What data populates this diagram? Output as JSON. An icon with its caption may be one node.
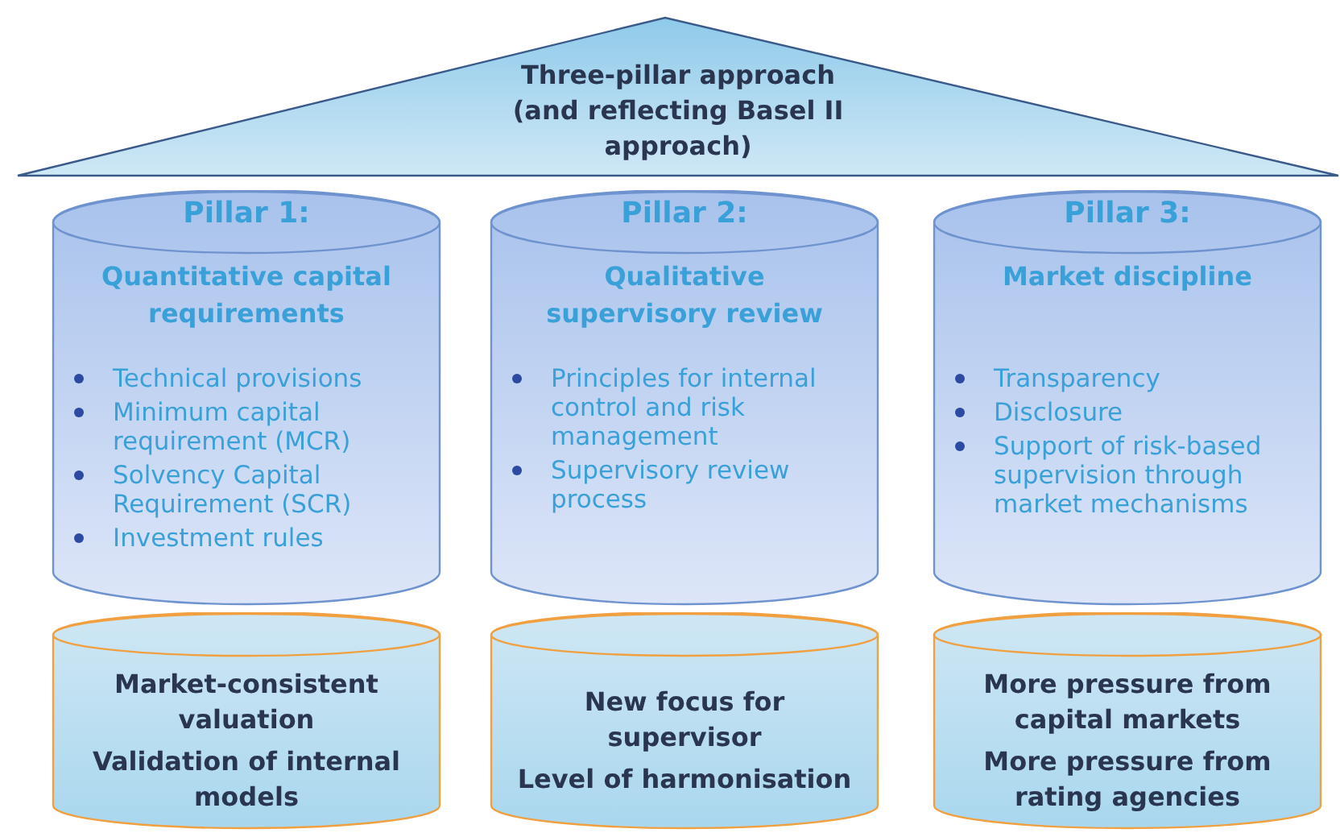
{
  "diagram": {
    "nodes": [
      {
        "text": [
          "Three-pillar approach (and reflecting Basel II approach)"
        ]
      },
      {
        "text": [
          "Pillar 1:",
          "Quantitative capital requirements",
          "Technical provisions",
          "Minimum capital requirement (MCR)",
          "Solvency Capital Requirement (SCR)",
          "Investment rules"
        ]
      },
      {
        "text": [
          "Pillar 2:",
          "Qualitative supervisory review",
          "Principles for internal control and risk management",
          "Supervisory review process"
        ]
      },
      {
        "text": [
          "Pillar 3:",
          "Market discipline",
          "Transparency",
          "Disclosure",
          "Support of risk-based supervision through market mechanisms"
        ]
      },
      {
        "text": [
          "Market-consistent valuation",
          "Validation of internal models"
        ]
      },
      {
        "text": [
          "New focus for supervisor",
          "Level of harmonisation"
        ]
      },
      {
        "text": [
          "More pressure from capital markets",
          "More pressure from rating agencies"
        ]
      }
    ]
  }
}
